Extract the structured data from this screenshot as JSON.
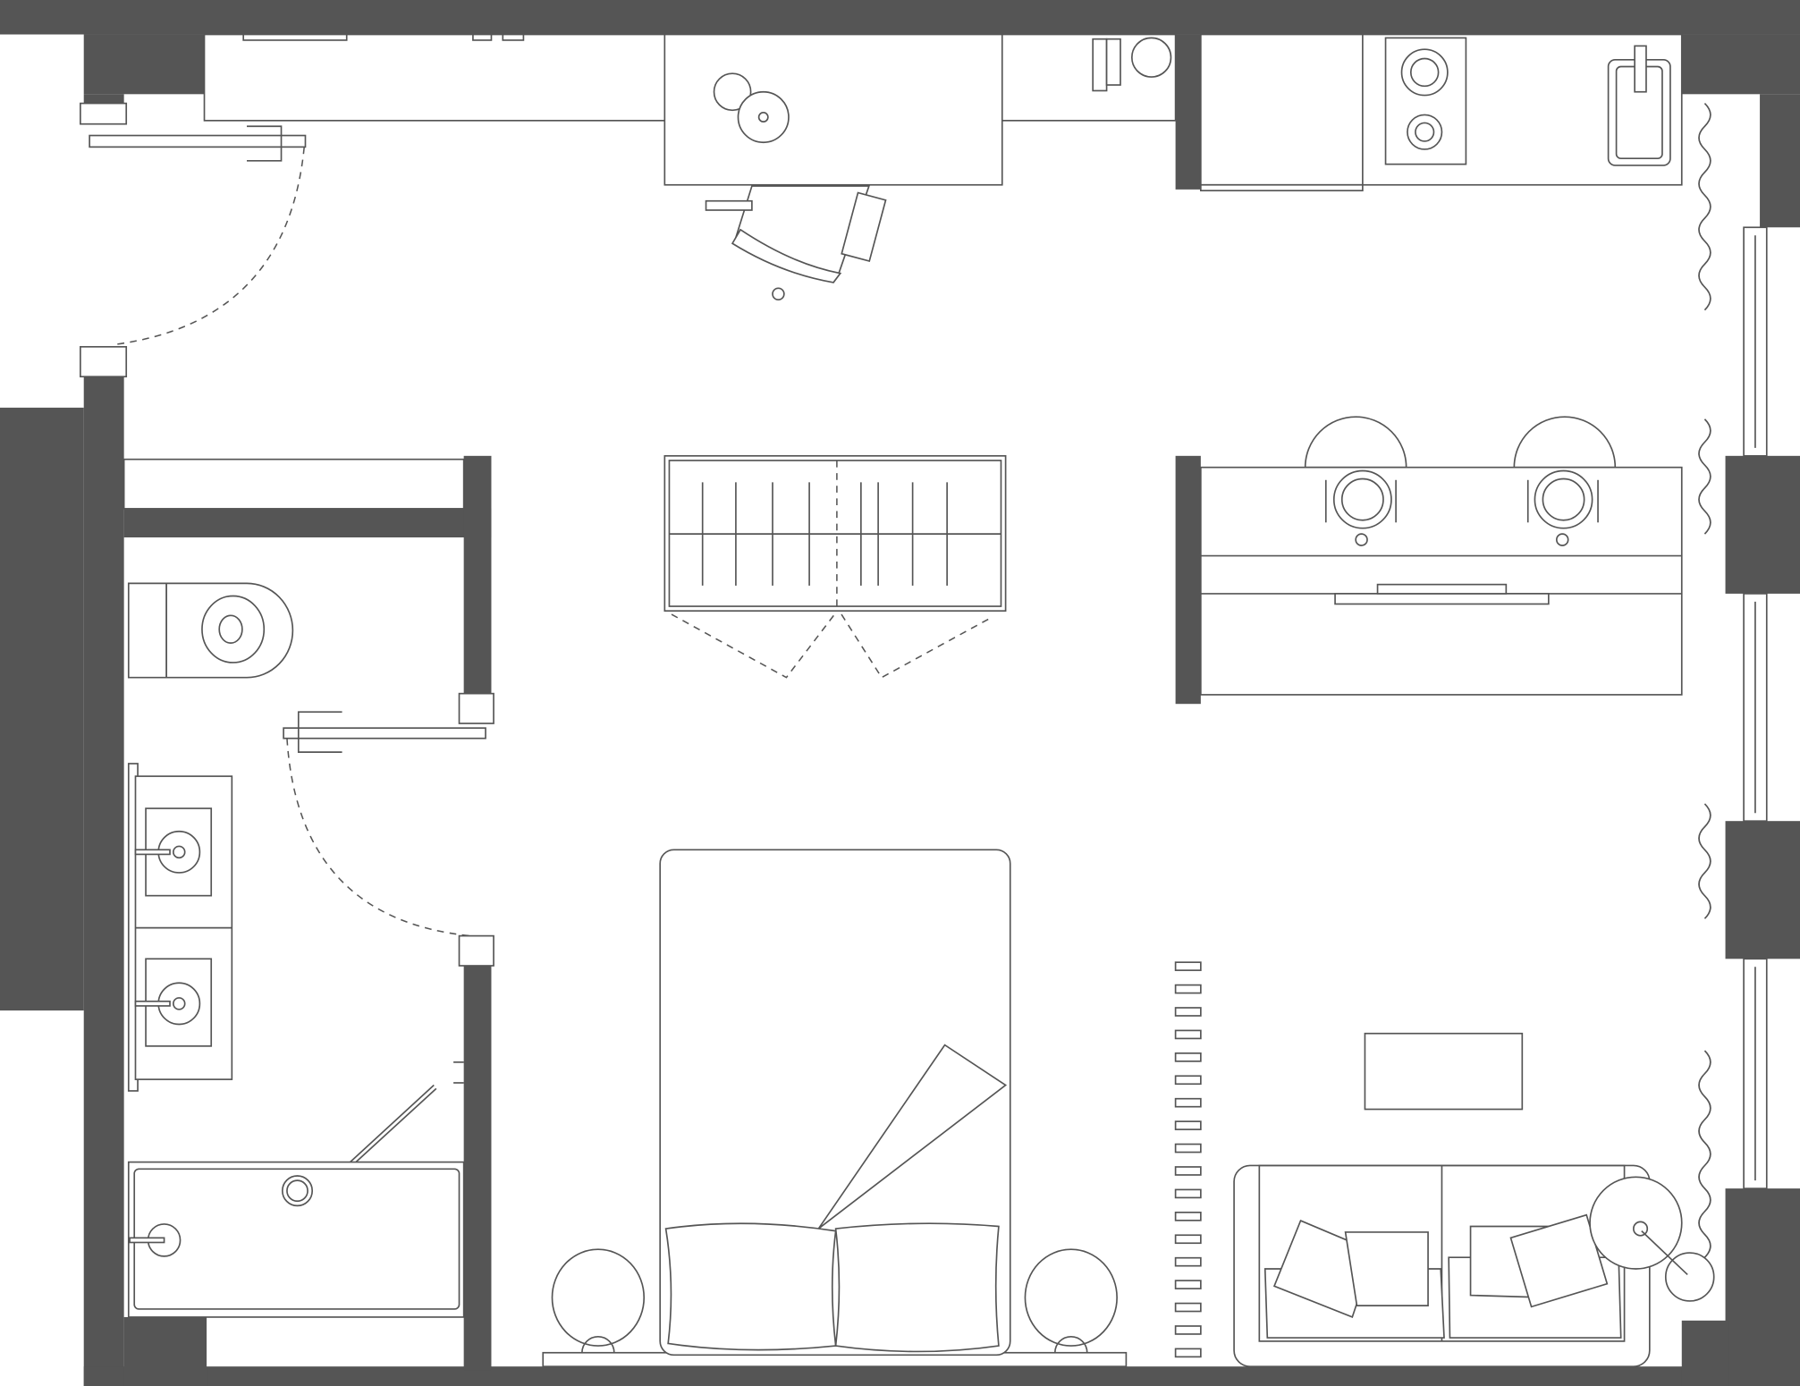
{
  "plan": {
    "wall_color": "#555555",
    "line_color": "#555555",
    "background": "#ffffff",
    "rooms": [
      "bathroom",
      "studio-room",
      "kitchenette"
    ],
    "furniture": [
      "desk",
      "office-chair",
      "wardrobe",
      "kitchen-counter",
      "cooktop",
      "sink",
      "dining-table",
      "stools",
      "double-bed",
      "nightstands",
      "sofa",
      "coffee-table",
      "floor-lamp",
      "radiator",
      "toilet",
      "double-vanity",
      "bathtub"
    ]
  }
}
